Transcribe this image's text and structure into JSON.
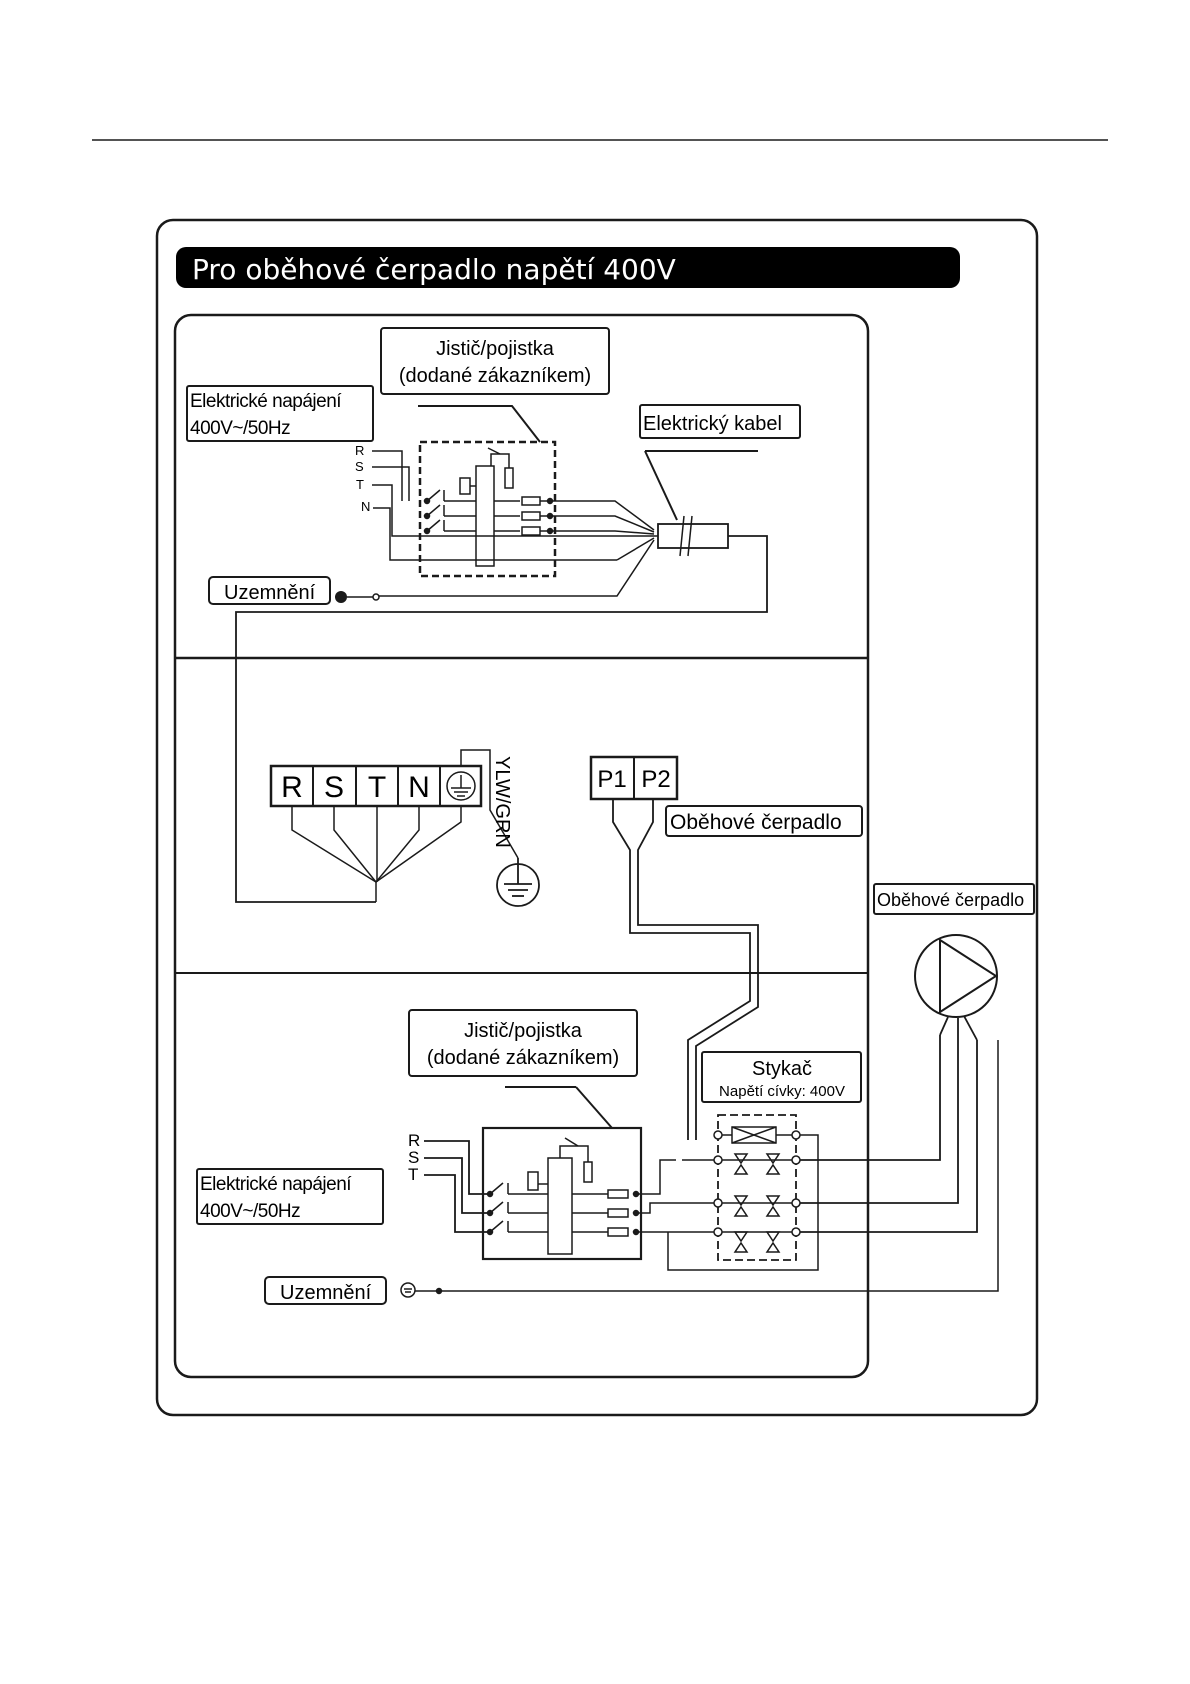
{
  "title": "Pro oběhové čerpadlo napětí 400V",
  "top": {
    "breaker_label_line1": "Jistič/pojistka",
    "breaker_label_line2": "(dodané zákazníkem)",
    "supply_label_line1": "Elektrické napájení",
    "supply_label_line2": "400V~/50Hz",
    "cable_label": "Elektrický kabel",
    "ground_label": "Uzemnění",
    "terminal_letters": [
      "R",
      "S",
      "T",
      "N"
    ]
  },
  "middle": {
    "terminal_block": [
      "R",
      "S",
      "T",
      "N"
    ],
    "ground_wire_label": "YLW/GRN",
    "pump_terminals": [
      "P1",
      "P2"
    ],
    "pump_label": "Oběhové čerpadlo"
  },
  "bottom": {
    "breaker_label_line1": "Jistič/pojistka",
    "breaker_label_line2": "(dodané zákazníkem)",
    "contactor_label": "Stykač",
    "contactor_coil_label": "Napětí cívky: 400V",
    "supply_label_line1": "Elektrické napájení",
    "supply_label_line2": "400V~/50Hz",
    "ground_label": "Uzemnění",
    "terminal_letters": [
      "R",
      "S",
      "T"
    ]
  },
  "pump_side_label": "Oběhové čerpadlo",
  "colors": {
    "line": "#1a1a1a",
    "title_bg": "#000000",
    "title_text": "#ffffff"
  }
}
